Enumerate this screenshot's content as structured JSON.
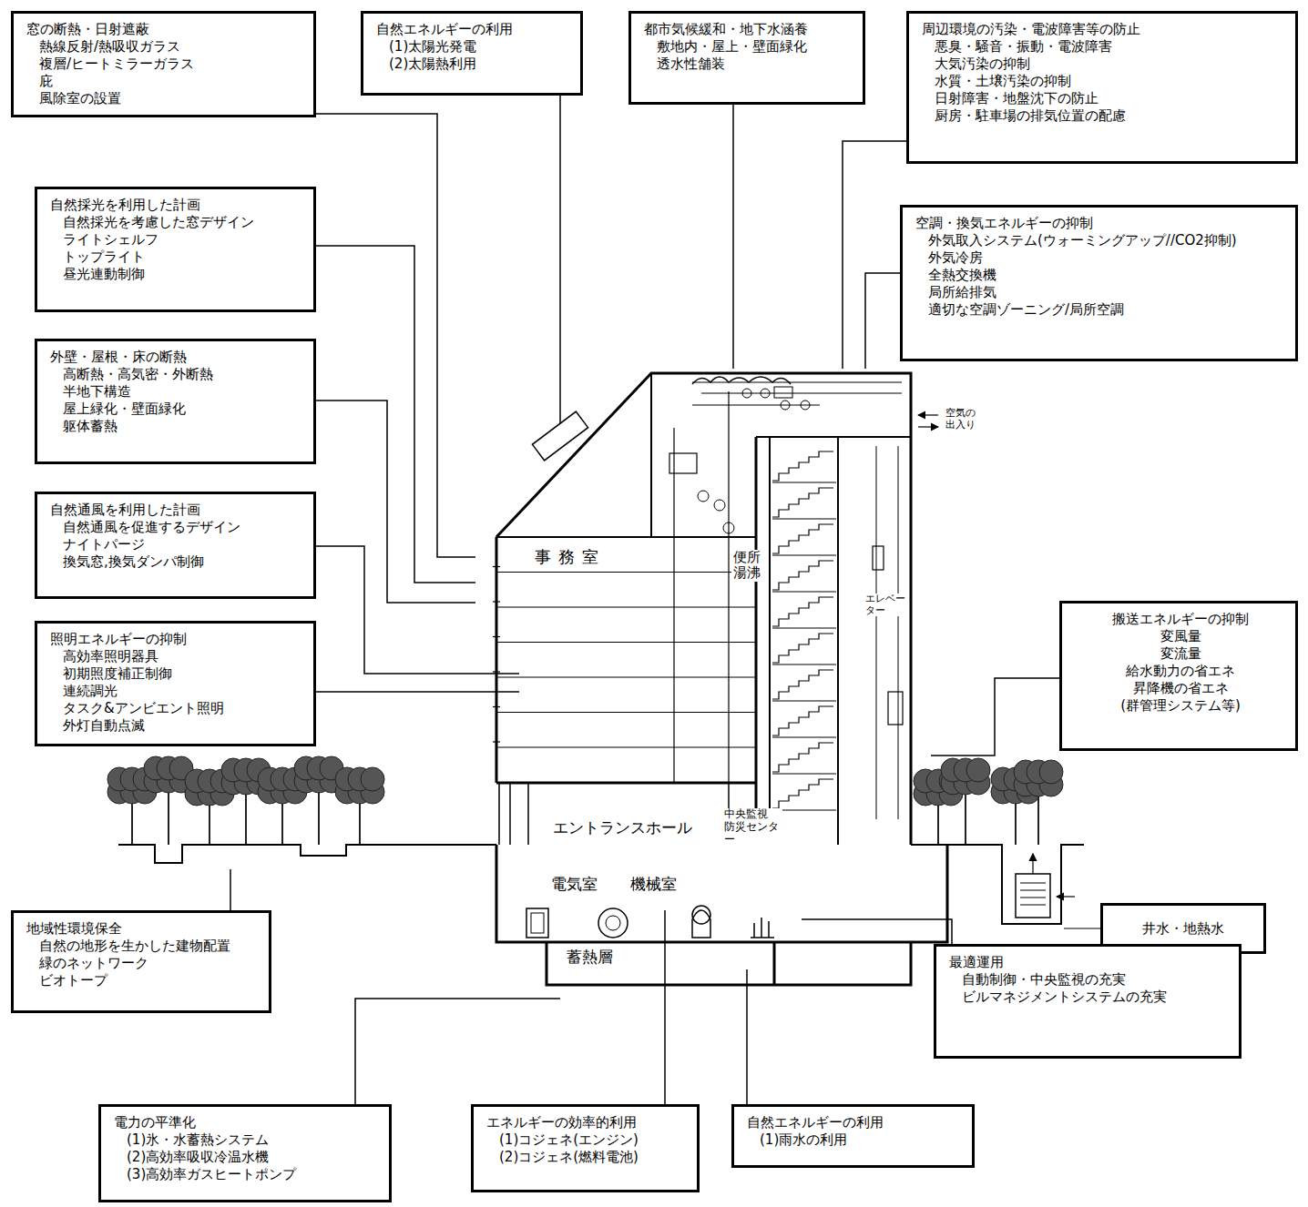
{
  "diagram": {
    "nodes": [
      {
        "text": [
          "窓の断熱・日射遮蔽",
          "熱線反射/熱吸収ガラス",
          "複層/ヒートミラーガラス",
          "庇",
          "風除室の設置"
        ]
      },
      {
        "text": [
          "自然エネルギーの利用",
          "(1)太陽光発電",
          "(2)太陽熱利用"
        ]
      },
      {
        "text": [
          "都市気候緩和・地下水涵養",
          "敷地内・屋上・壁面緑化",
          "透水性舗装"
        ]
      },
      {
        "text": [
          "周辺環境の汚染・電波障害等の防止",
          "悪臭・騒音・振動・電波障害",
          "大気汚染の抑制",
          "水質・土壌汚染の抑制",
          "日射障害・地盤沈下の防止",
          "厨房・駐車場の排気位置の配慮"
        ]
      },
      {
        "text": [
          "自然採光を利用した計画",
          "自然採光を考慮した窓デザイン",
          "ライトシェルフ",
          "トップライト",
          "昼光連動制御"
        ]
      },
      {
        "text": [
          "空調・換気エネルギーの抑制",
          "外気取入システム(ウォーミングアップ//CO2抑制)",
          "外気冷房",
          "全熱交換機",
          "局所給排気",
          "適切な空調ゾーニング/局所空調"
        ]
      },
      {
        "text": [
          "外壁・屋根・床の断熱",
          "高断熱・高気密・外断熱",
          "半地下構造",
          "屋上緑化・壁面緑化",
          "躯体蓄熱"
        ]
      },
      {
        "text": [
          "自然通風を利用した計画",
          "自然通風を促進するデザイン",
          "ナイトパージ",
          "換気窓,換気ダンパ制御"
        ]
      },
      {
        "text": [
          "照明エネルギーの抑制",
          "高効率照明器具",
          "初期照度補正制御",
          "連続調光",
          "タスク&アンビエント照明",
          "外灯自動点滅"
        ]
      },
      {
        "text": [
          "搬送エネルギーの抑制",
          "変風量",
          "変流量",
          "給水動力の省エネ",
          "昇降機の省エネ",
          "(群管理システム等)"
        ]
      },
      {
        "text": [
          "地域性環境保全",
          "自然の地形を生かした建物配置",
          "緑のネットワーク",
          "ビオトープ"
        ]
      },
      {
        "text": [
          "井水・地熱水"
        ]
      },
      {
        "text": [
          "最適運用",
          "自動制御・中央監視の充実",
          "ビルマネジメントシステムの充実"
        ]
      },
      {
        "text": [
          "電力の平準化",
          "(1)氷・水蓄熱システム",
          "(2)高効率吸収冷温水機",
          "(3)高効率ガスヒートポンプ"
        ]
      },
      {
        "text": [
          "エネルギーの効率的利用",
          "(1)コジェネ(エンジン)",
          "(2)コジェネ(燃料電池)"
        ]
      },
      {
        "text": [
          "自然エネルギーの利用",
          "(1)雨水の利用"
        ]
      }
    ],
    "labels": [
      "事務室",
      "便所 湯沸",
      "エレベーター",
      "エントランスホール",
      "中央監視 防災センター",
      "電気室",
      "機械室",
      "蓄熱層",
      "空気の 出入り"
    ]
  }
}
